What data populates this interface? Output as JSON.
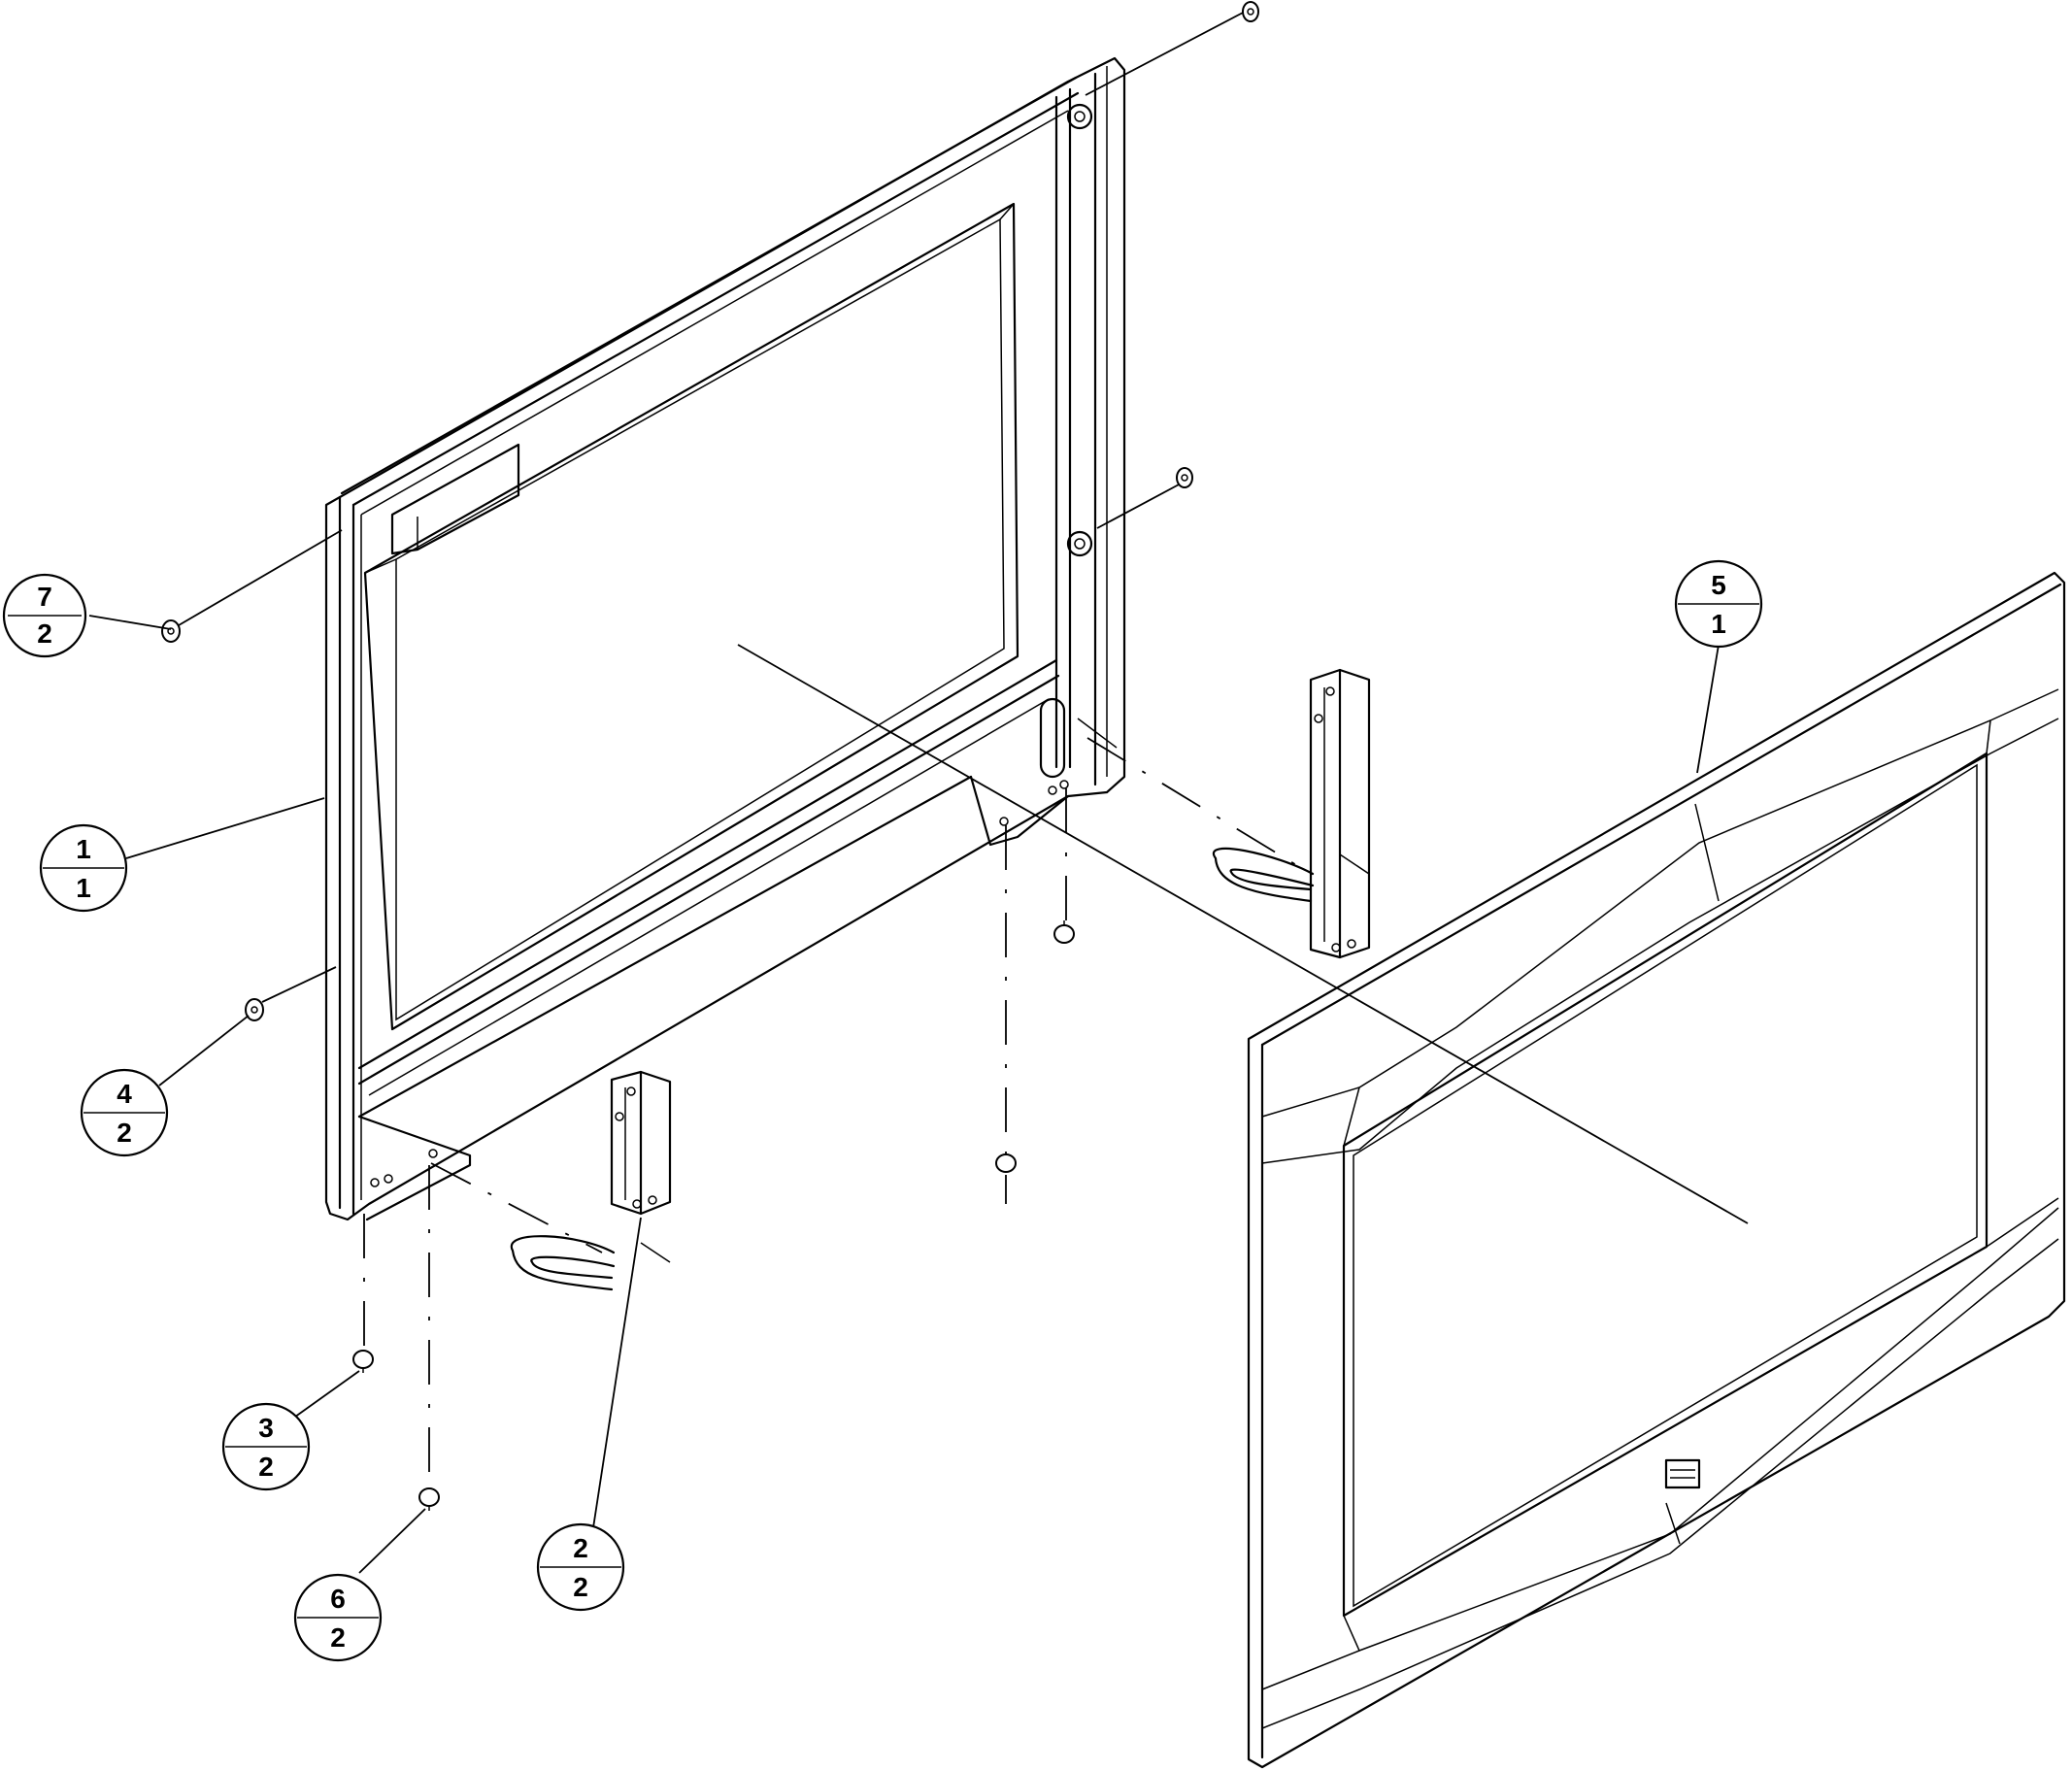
{
  "callouts": [
    {
      "item": "7",
      "sheet": "2"
    },
    {
      "item": "1",
      "sheet": "1"
    },
    {
      "item": "4",
      "sheet": "2"
    },
    {
      "item": "3",
      "sheet": "2"
    },
    {
      "item": "6",
      "sheet": "2"
    },
    {
      "item": "2",
      "sheet": "2"
    },
    {
      "item": "5",
      "sheet": "1"
    }
  ]
}
